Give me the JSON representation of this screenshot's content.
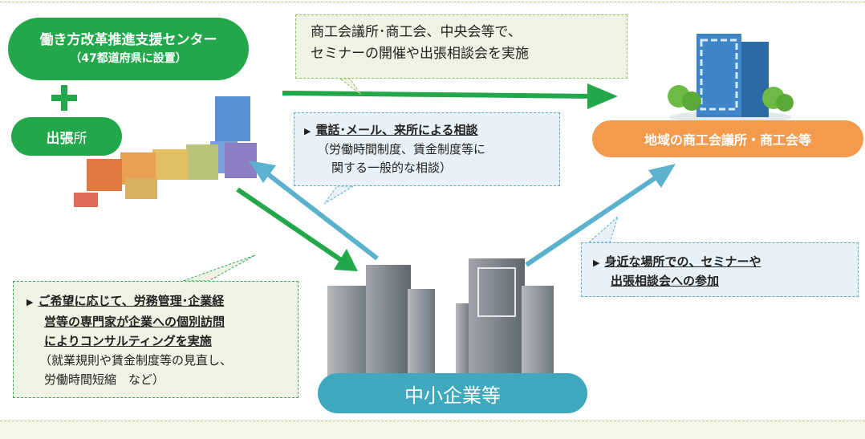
{
  "center": {
    "title": "働き方改革推進支援センター",
    "subtitle": "（47都道府県に設置）"
  },
  "plus_sign": "＋",
  "branch": {
    "label_bold": "出張",
    "label_rest": "所"
  },
  "chamber": {
    "label": "地域の商工会議所・商工会等"
  },
  "sme": {
    "label": "中小企業等"
  },
  "seminar_callout": {
    "line1": "商工会議所･商工会、中央会等で、",
    "line2": "セミナーの開催や出張相談会を実施"
  },
  "phone_callout": {
    "bullet": "▶",
    "heading": "電話･メール、来所による相談",
    "line1": "（労働時間制度、賃金制度等に",
    "line2": "関する一般的な相談）"
  },
  "visit_callout": {
    "bullet": "▶",
    "line1": "ご希望に応じて、労務管理･企業経",
    "line2": "営等の専門家が企業への個別訪問",
    "line3": "によりコンサルティングを実施",
    "line4": "（就業規則や賃金制度等の見直し、",
    "line5": "労働時間短縮　など）"
  },
  "local_callout": {
    "bullet": "▶",
    "line1": "身近な場所での、セミナーや",
    "line2": "出張相談会への参加"
  },
  "colors": {
    "green": "#22a84a",
    "teal": "#3fa8bf",
    "orange": "#f39a4d",
    "arrow_blue": "#5ab2cc"
  }
}
